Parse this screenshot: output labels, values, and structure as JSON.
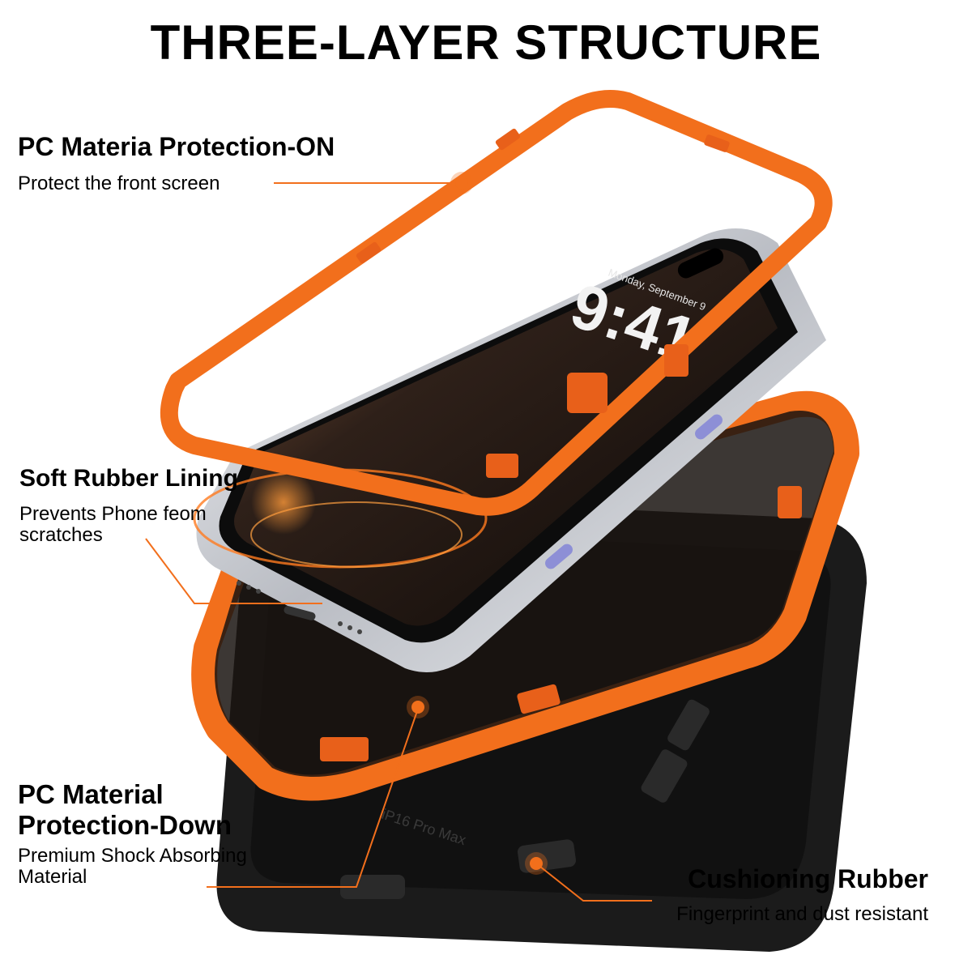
{
  "title": "THREE-LAYER STRUCTURE",
  "labels": {
    "top_frame": {
      "title": "PC Materia Protection-ON",
      "subtitle": "Protect the front screen"
    },
    "lining": {
      "title": "Soft Rubber Lining",
      "subtitle": "Prevents Phone feom scratches"
    },
    "bottom_shell": {
      "title": "PC Material Protection-Down",
      "subtitle": "Premium Shock Absorbing Material"
    },
    "cushion": {
      "title": "Cushioning Rubber",
      "subtitle": "Fingerprint and dust resistant"
    }
  },
  "phone": {
    "date": "Monday, September 9",
    "time": "9:41",
    "case_model_text": "iP16 Pro Max"
  },
  "colors": {
    "accent_orange": "#f26f1c",
    "case_black": "#1b1b1b",
    "phone_frame_silver": "#d9dbe0",
    "screen_dark": "#2a1d16"
  }
}
